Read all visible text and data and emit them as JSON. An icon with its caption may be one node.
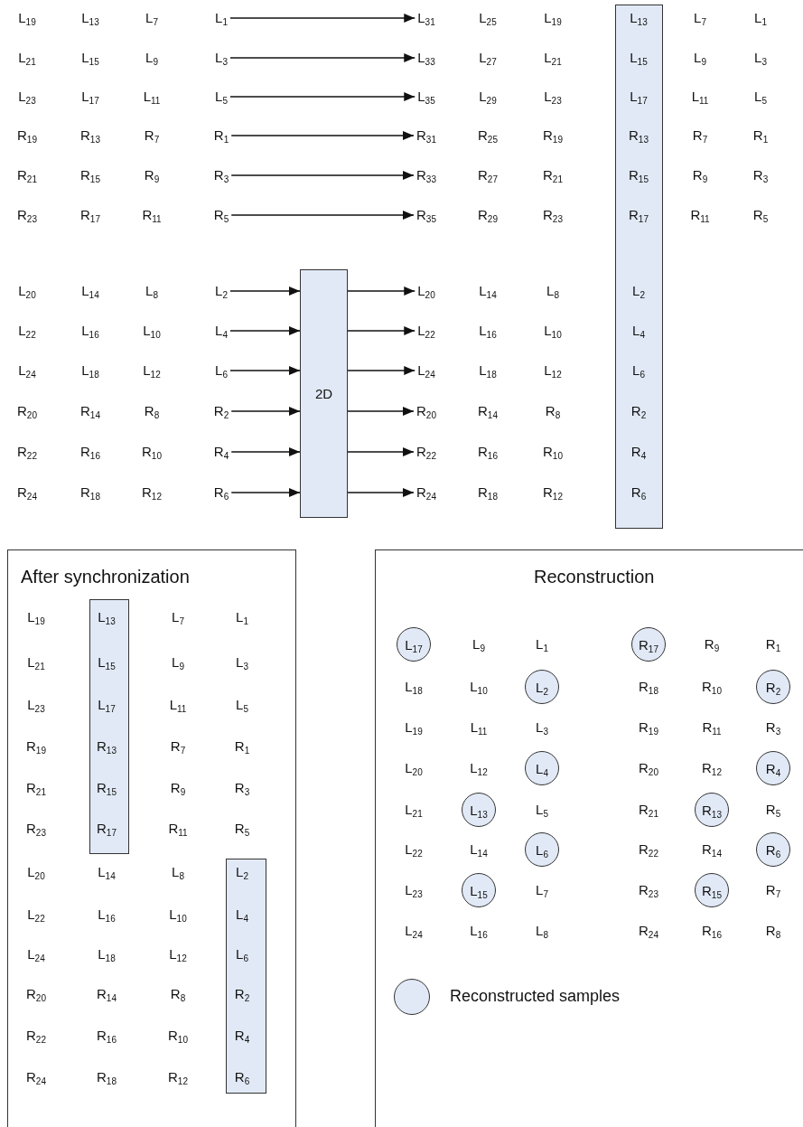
{
  "diagram": {
    "nodes": [
      {
        "text": [
          "L$_{1}$"
        ]
      },
      {
        "text": [
          "L$_{31}$"
        ]
      },
      {
        "text": [
          "L$_{3}$"
        ]
      },
      {
        "text": [
          "L$_{33}$"
        ]
      },
      {
        "text": [
          "L$_{5}$"
        ]
      },
      {
        "text": [
          "L$_{35}$"
        ]
      },
      {
        "text": [
          "R$_{1}$"
        ]
      },
      {
        "text": [
          "R$_{31}$"
        ]
      },
      {
        "text": [
          "R$_{3}$"
        ]
      },
      {
        "text": [
          "R$_{33}$"
        ]
      },
      {
        "text": [
          "R$_{5}$"
        ]
      },
      {
        "text": [
          "R$_{35}$"
        ]
      },
      {
        "text": [
          "L$_{13}$",
          "L$_{15}$",
          "L$_{17}$",
          "R$_{13}$",
          "R$_{15}$",
          "R$_{17}$",
          "L$_{2}$",
          "L$_{4}$",
          "L$_{6}$",
          "R$_{2}$",
          "R$_{4}$",
          "R$_{6}$"
        ]
      },
      {
        "text": [
          "2D"
        ]
      },
      {
        "text": [
          "L$_{2}$"
        ]
      },
      {
        "text": [
          "L$_{20}$"
        ]
      },
      {
        "text": [
          "L$_{4}$"
        ]
      },
      {
        "text": [
          "L$_{22}$"
        ]
      },
      {
        "text": [
          "L$_{6}$"
        ]
      },
      {
        "text": [
          "L$_{24}$"
        ]
      },
      {
        "text": [
          "R$_{2}$"
        ]
      },
      {
        "text": [
          "R$_{20}$"
        ]
      },
      {
        "text": [
          "R$_{4}$"
        ]
      },
      {
        "text": [
          "R$_{22}$"
        ]
      },
      {
        "text": [
          "R$_{6}$"
        ]
      },
      {
        "text": [
          "R$_{24}$"
        ]
      },
      {
        "text": [
          "After synchronization"
        ]
      },
      {
        "text": [
          "L$_{13}$",
          "L$_{15}$",
          "L$_{17}$",
          "R$_{13}$",
          "R$_{15}$",
          "R$_{17}$"
        ],
        "in": 26
      },
      {
        "text": [
          "L$_{2}$",
          "L$_{4}$",
          "L$_{6}$",
          "R$_{2}$",
          "R$_{4}$",
          "R$_{6}$"
        ],
        "in": 26
      },
      {
        "text": [
          "Reconstruction"
        ]
      },
      {
        "text": [
          "L$_{17}$"
        ],
        "in": 29
      },
      {
        "text": [
          "R$_{17}$"
        ],
        "in": 29
      },
      {
        "text": [
          "L$_{2}$"
        ],
        "in": 29
      },
      {
        "text": [
          "R$_{2}$"
        ],
        "in": 29
      },
      {
        "text": [
          "L$_{4}$"
        ],
        "in": 29
      },
      {
        "text": [
          "R$_{4}$"
        ],
        "in": 29
      },
      {
        "text": [
          "L$_{13}$"
        ],
        "in": 29
      },
      {
        "text": [
          "R$_{13}$"
        ],
        "in": 29
      },
      {
        "text": [
          "L$_{6}$"
        ],
        "in": 29
      },
      {
        "text": [
          "R$_{6}$"
        ],
        "in": 29
      },
      {
        "text": [
          "L$_{15}$"
        ],
        "in": 29
      },
      {
        "text": [
          "R$_{15}$"
        ],
        "in": 29
      }
    ],
    "edges": [
      {
        "from": 0,
        "to": 1,
        "arrow": "to"
      },
      {
        "from": 2,
        "to": 3,
        "arrow": "to"
      },
      {
        "from": 4,
        "to": 5,
        "arrow": "to"
      },
      {
        "from": 6,
        "to": 7,
        "arrow": "to"
      },
      {
        "from": 8,
        "to": 9,
        "arrow": "to"
      },
      {
        "from": 10,
        "to": 11,
        "arrow": "to"
      },
      {
        "from": 14,
        "to": 13,
        "arrow": "to"
      },
      {
        "from": 13,
        "to": 15,
        "arrow": "to"
      },
      {
        "from": 16,
        "to": 13,
        "arrow": "to"
      },
      {
        "from": 13,
        "to": 17,
        "arrow": "to"
      },
      {
        "from": 18,
        "to": 13,
        "arrow": "to"
      },
      {
        "from": 13,
        "to": 19,
        "arrow": "to"
      },
      {
        "from": 20,
        "to": 13,
        "arrow": "to"
      },
      {
        "from": 13,
        "to": 21,
        "arrow": "to"
      },
      {
        "from": 22,
        "to": 13,
        "arrow": "to"
      },
      {
        "from": 13,
        "to": 23,
        "arrow": "to"
      },
      {
        "from": 24,
        "to": 13,
        "arrow": "to"
      },
      {
        "from": 13,
        "to": 25,
        "arrow": "to"
      }
    ],
    "labels": [
      "L$_{19}$",
      "L$_{13}$",
      "L$_{7}$",
      "L$_{25}$",
      "L$_{19}$",
      "L$_{7}$",
      "L$_{1}$",
      "L$_{21}$",
      "L$_{15}$",
      "L$_{9}$",
      "L$_{27}$",
      "L$_{21}$",
      "L$_{9}$",
      "L$_{3}$",
      "L$_{23}$",
      "L$_{17}$",
      "L$_{11}$",
      "L$_{29}$",
      "L$_{23}$",
      "L$_{11}$",
      "L$_{5}$",
      "R$_{19}$",
      "R$_{13}$",
      "R$_{7}$",
      "R$_{25}$",
      "R$_{19}$",
      "R$_{7}$",
      "R$_{1}$",
      "R$_{21}$",
      "R$_{15}$",
      "R$_{9}$",
      "R$_{27}$",
      "R$_{21}$",
      "R$_{9}$",
      "R$_{3}$",
      "R$_{23}$",
      "R$_{17}$",
      "R$_{11}$",
      "R$_{29}$",
      "R$_{23}$",
      "R$_{11}$",
      "R$_{5}$",
      "L$_{20}$",
      "L$_{14}$",
      "L$_{8}$",
      "L$_{14}$",
      "L$_{8}$",
      "L$_{22}$",
      "L$_{16}$",
      "L$_{10}$",
      "L$_{16}$",
      "L$_{10}$",
      "L$_{24}$",
      "L$_{18}$",
      "L$_{12}$",
      "L$_{18}$",
      "L$_{12}$",
      "R$_{20}$",
      "R$_{14}$",
      "R$_{8}$",
      "R$_{14}$",
      "R$_{8}$",
      "R$_{22}$",
      "R$_{16}$",
      "R$_{10}$",
      "R$_{16}$",
      "R$_{10}$",
      "R$_{24}$",
      "R$_{18}$",
      "R$_{12}$",
      "R$_{18}$",
      "R$_{12}$",
      "L$_{19}$",
      "L$_{7}$",
      "L$_{1}$",
      "L$_{21}$",
      "L$_{9}$",
      "L$_{3}$",
      "L$_{23}$",
      "L$_{11}$",
      "L$_{5}$",
      "R$_{19}$",
      "R$_{7}$",
      "R$_{1}$",
      "R$_{21}$",
      "R$_{9}$",
      "R$_{3}$",
      "R$_{23}$",
      "R$_{11}$",
      "R$_{5}$",
      "L$_{20}$",
      "L$_{14}$",
      "L$_{8}$",
      "L$_{22}$",
      "L$_{16}$",
      "L$_{10}$",
      "L$_{24}$",
      "L$_{18}$",
      "L$_{12}$",
      "R$_{20}$",
      "R$_{14}$",
      "R$_{8}$",
      "R$_{22}$",
      "R$_{16}$",
      "R$_{10}$",
      "R$_{24}$",
      "R$_{18}$",
      "R$_{12}$",
      "L$_{9}$",
      "L$_{1}$",
      "R$_{9}$",
      "R$_{1}$",
      "L$_{18}$",
      "L$_{10}$",
      "R$_{18}$",
      "R$_{10}$",
      "L$_{19}$",
      "L$_{11}$",
      "L$_{3}$",
      "R$_{19}$",
      "R$_{11}$",
      "R$_{3}$",
      "L$_{20}$",
      "L$_{12}$",
      "R$_{20}$",
      "R$_{12}$",
      "L$_{21}$",
      "L$_{5}$",
      "R$_{21}$",
      "R$_{5}$",
      "L$_{22}$",
      "L$_{14}$",
      "R$_{22}$",
      "R$_{14}$",
      "L$_{23}$",
      "L$_{7}$",
      "R$_{23}$",
      "R$_{7}$",
      "L$_{24}$",
      "L$_{16}$",
      "L$_{8}$",
      "R$_{24}$",
      "R$_{16}$",
      "R$_{8}$"
    ],
    "legend": [
      {
        "text": "Reconstructed samples"
      }
    ]
  }
}
